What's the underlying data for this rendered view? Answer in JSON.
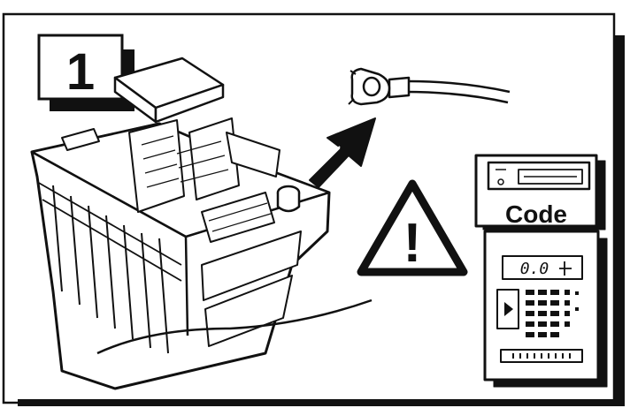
{
  "step": {
    "number": "1"
  },
  "radio_code_card": {
    "label": "Code"
  },
  "radio_display": {
    "reading": "0.0"
  },
  "warning": {
    "symbol": "!"
  },
  "colors": {
    "ink": "#111111",
    "paper": "#ffffff"
  }
}
